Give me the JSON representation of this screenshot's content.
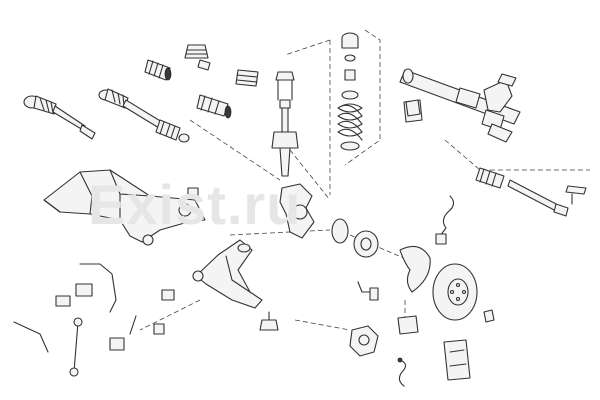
{
  "watermark": {
    "text": "Exist.ru"
  },
  "diagram": {
    "style": "exploded technical line drawing",
    "stroke_color": "#333333",
    "background": "#ffffff",
    "watermark_color": "#e6e6e6"
  },
  "parts": [
    "drive-shaft-left",
    "drive-shaft-right",
    "cv-boot-kit",
    "shock-absorber-boot",
    "suspension-strut",
    "coil-spring",
    "top-mount",
    "steering-rack",
    "tie-rod",
    "tie-rod-end",
    "subframe",
    "control-arm",
    "wheel-hub",
    "brake-disc",
    "brake-dust-shield",
    "brake-caliper",
    "brake-caliper-bracket",
    "abs-sensor",
    "brake-pad-wear-sensor",
    "stabilizer-bar",
    "stabilizer-link",
    "bushings",
    "ball-joint"
  ]
}
